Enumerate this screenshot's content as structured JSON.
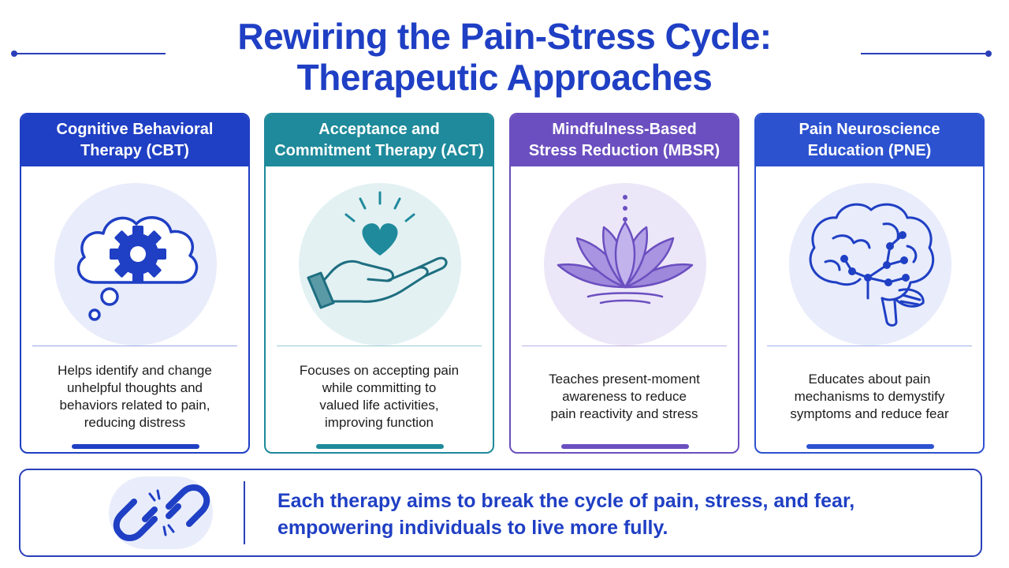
{
  "title": {
    "line1": "Rewiring the Pain-Stress Cycle:",
    "line2": "Therapeutic Approaches"
  },
  "cards": [
    {
      "heading": "Cognitive Behavioral\nTherapy (CBT)",
      "icon": "thought-bubble-gear-icon",
      "description": "Helps identify and change\nunhelpful thoughts and\nbehaviors related to pain,\nreducing distress",
      "color": "#1f3fc4"
    },
    {
      "heading": "Acceptance and\nCommitment Therapy (ACT)",
      "icon": "hand-heart-icon",
      "description": "Focuses on accepting pain\nwhile committing to\nvalued life activities,\nimproving function",
      "color": "#1e8a9b"
    },
    {
      "heading": "Mindfulness-Based\nStress Reduction (MBSR)",
      "icon": "lotus-icon",
      "description": "Teaches present-moment\nawareness to reduce\npain reactivity and stress",
      "color": "#6b4fc0"
    },
    {
      "heading": "Pain Neuroscience\nEducation (PNE)",
      "icon": "brain-neural-icon",
      "description": "Educates about pain\nmechanisms to demystify\nsymptoms and reduce fear",
      "color": "#2c52d0"
    }
  ],
  "summary": {
    "icon": "broken-chain-icon",
    "text": "Each therapy aims to break the cycle of pain, stress, and fear,\nempowering individuals to live more fully."
  }
}
